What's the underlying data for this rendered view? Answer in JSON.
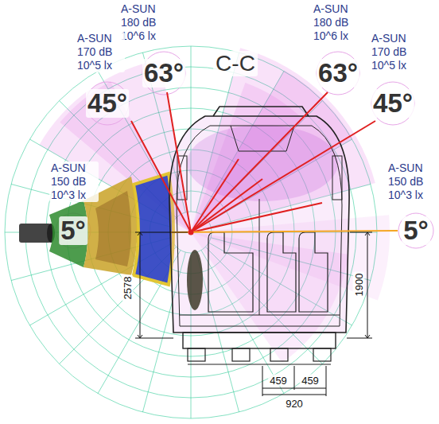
{
  "diagram": {
    "labels": [
      "A-SUN 180 dB 10^6 lx",
      "A-SUN 180 dB 10^6 lx",
      "A-SUN 170 dB 10^5 lx",
      "A-SUN 170 dB 10^5 lx",
      "63°",
      "C-C",
      "63°",
      "45°",
      "45°",
      "A-SUN 150 dB 10^3 lx",
      "A-SUN 150 dB 10^3 lx",
      "5°",
      "5°",
      "2578",
      "1900",
      "459",
      "459",
      "920"
    ]
  }
}
